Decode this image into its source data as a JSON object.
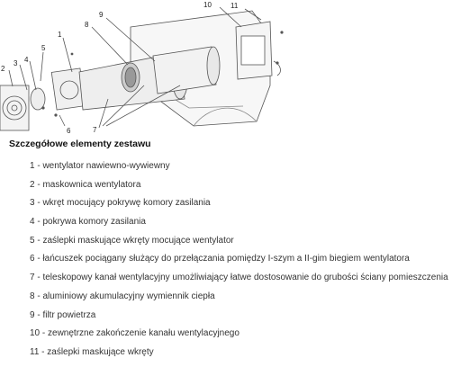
{
  "diagram": {
    "callouts": [
      "1",
      "2",
      "3",
      "4",
      "5",
      "6",
      "7",
      "8",
      "9",
      "10",
      "11"
    ]
  },
  "section_title": "Szczegółowe elementy zestawu",
  "items": [
    "1 - wentylator nawiewno-wywiewny",
    "2 - maskownica wentylatora",
    "3 - wkręt mocujący pokrywę komory zasilania",
    "4 - pokrywa komory zasilania",
    "5 - zaślepki maskujące wkręty mocujące wentylator",
    "6 - łańcuszek pociągany służący do przełączania pomiędzy I-szym a II-gim biegiem wentylatora",
    "7 - teleskopowy kanał wentylacyjny umożliwiający łatwe dostosowanie do grubości ściany pomieszczenia",
    "8 - aluminiowy akumulacyjny wymiennik ciepła",
    "9 - filtr powietrza",
    "10 - zewnętrzne zakończenie kanału wentylacyjnego",
    "11 - zaślepki maskujące wkręty"
  ]
}
